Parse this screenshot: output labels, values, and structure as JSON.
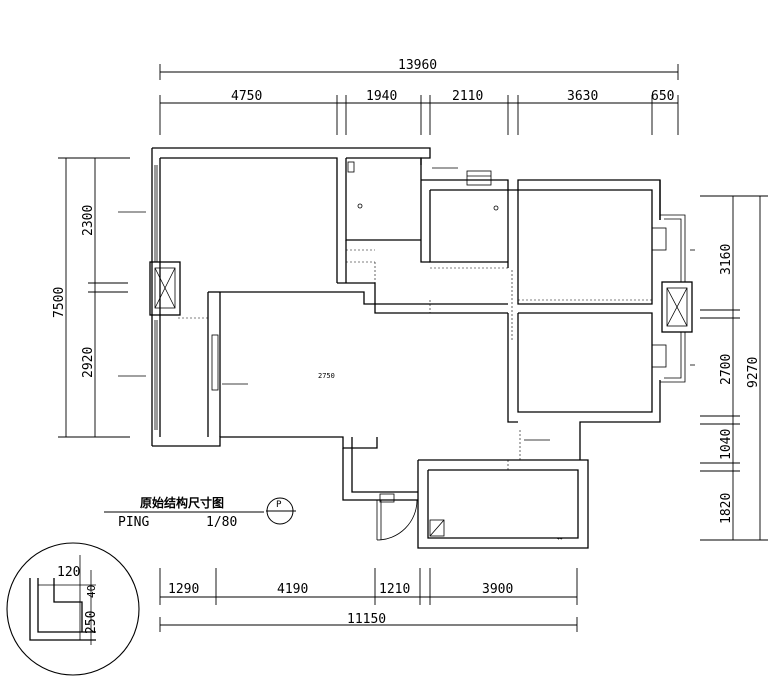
{
  "top_dims": {
    "overall": "13960",
    "segments": [
      "4750",
      "1940",
      "2110",
      "3630",
      "650"
    ]
  },
  "bottom_dims": {
    "overall": "11150",
    "segments": [
      "1290",
      "4190",
      "1210",
      "3900"
    ]
  },
  "left_dims": {
    "overall": "7500",
    "segments": [
      "2300",
      "2920"
    ]
  },
  "right_dims": {
    "overall": "9270",
    "segments": [
      "3160",
      "2700",
      "1040",
      "1820"
    ]
  },
  "room_label": "2750",
  "title_block": {
    "title": "原始结构尺寸图",
    "subtitle": "PING",
    "scale": "1/80",
    "symbol": "P"
  },
  "detail": {
    "values": [
      "120",
      "40",
      "250"
    ]
  }
}
